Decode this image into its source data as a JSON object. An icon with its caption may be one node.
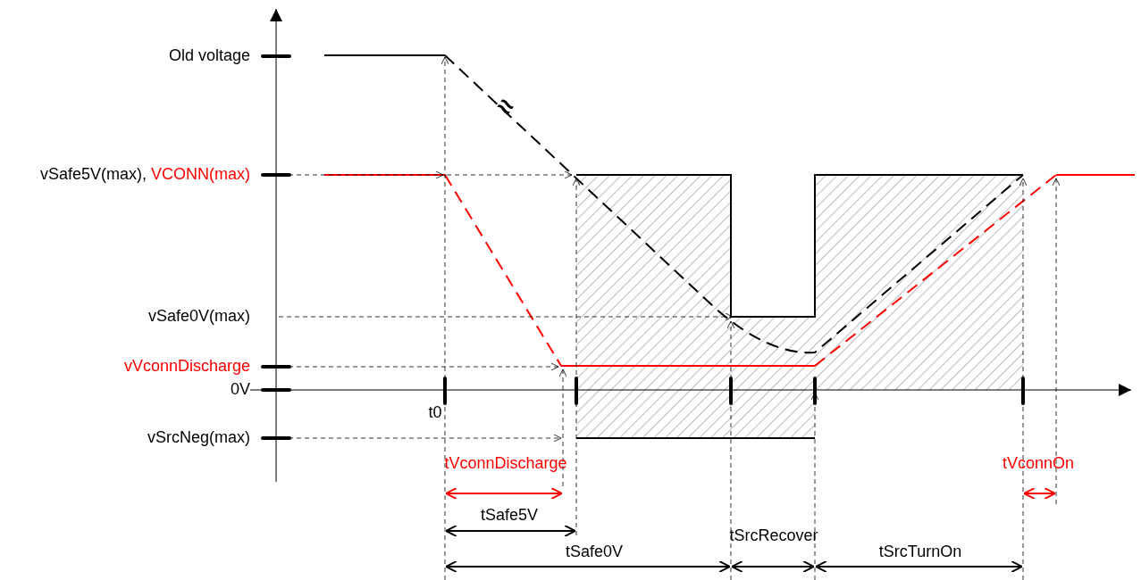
{
  "diagram": {
    "labels": [
      "Old voltage",
      "vSafe5V(max),",
      "VCONN(max)",
      "≈",
      "vSafe0V(max)",
      "vVconnDischarge",
      "0V",
      "t0",
      "vSrcNeg(max)",
      "tVconnDischarge",
      "tVconnOn",
      "tSafe5V",
      "tSrcRecover",
      "tSafe0V",
      "tSrcTurnOn"
    ]
  }
}
